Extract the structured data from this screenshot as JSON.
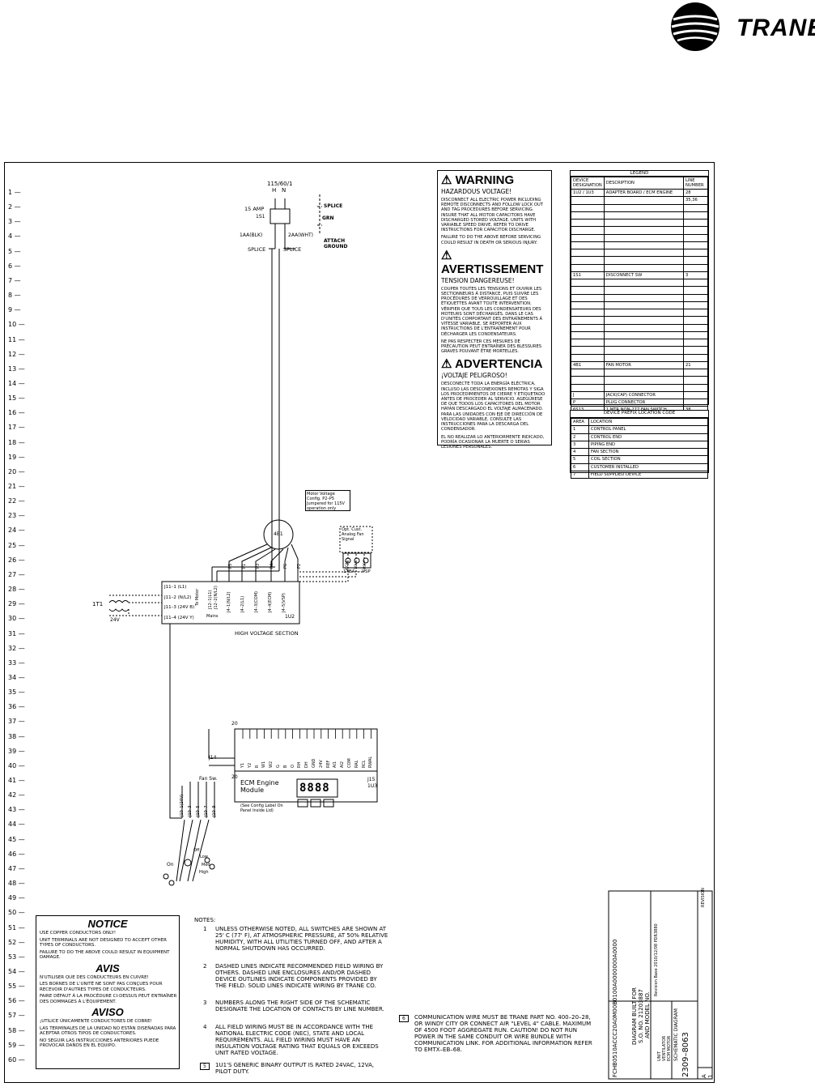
{
  "brand": {
    "name": "TRANE",
    "trademark": "®"
  },
  "line_numbers": [
    "1",
    "2",
    "3",
    "4",
    "5",
    "6",
    "7",
    "8",
    "9",
    "10",
    "11",
    "12",
    "13",
    "14",
    "15",
    "16",
    "17",
    "18",
    "19",
    "20",
    "21",
    "22",
    "23",
    "24",
    "25",
    "26",
    "27",
    "28",
    "29",
    "30",
    "31",
    "32",
    "33",
    "34",
    "35",
    "36",
    "37",
    "38",
    "39",
    "40",
    "41",
    "42",
    "43",
    "44",
    "45",
    "46",
    "47",
    "48",
    "49",
    "50",
    "51",
    "52",
    "53",
    "54",
    "55",
    "56",
    "57",
    "58",
    "59",
    "60"
  ],
  "power": {
    "supply": "115/60/1",
    "h": "H",
    "n": "N",
    "fuse": "15 AMP",
    "disconnect": "1S1",
    "wire_blk": "1AA(BLK)",
    "wire_wht": "2AA(WHT)",
    "splice1": "SPLICE",
    "splice2": "SPLICE",
    "splice_gnd": "SPLICE",
    "grn": "GRN",
    "attach_ground": "ATTACH GROUND"
  },
  "warning": {
    "en": {
      "title": "WARNING",
      "sub": "HAZARDOUS VOLTAGE!",
      "p1": "DISCONNECT ALL ELECTRIC POWER INCLUDING REMOTE DISCONNECTS AND FOLLOW LOCK OUT AND TAG PROCEDURES BEFORE SERVICING. INSURE THAT ALL MOTOR CAPACITORS HAVE DISCHARGED STORED VOLTAGE. UNITS WITH VARIABLE SPEED DRIVE, REFER TO DRIVE INSTRUCTIONS FOR CAPACITOR DISCHARGE.",
      "p2": "FAILURE TO DO THE ABOVE BEFORE SERVICING COULD RESULT IN DEATH OR SERIOUS INJURY."
    },
    "fr": {
      "title": "AVERTISSEMENT",
      "sub": "TENSION DANGEREUSE!",
      "p1": "COUPER TOUTES LES TENSIONS ET OUVRIR LES SECTIONNEURS À DISTANCE, PUIS SUIVRE LES PROCÉDURES DE VERROUILLAGE ET DES ÉTIQUETTES AVANT TOUTE INTERVENTION. VÉRIFIER QUE TOUS LES CONDENSATEURS DES MOTEURS SONT DÉCHARGÉS. DANS LE CAS D'UNITÉS COMPORTANT DES ENTRAÎNEMENTS À VITESSE VARIABLE, SE REPORTER AUX INSTRUCTIONS DE L'ENTRAÎNEMENT POUR DÉCHARGER LES CONDENSATEURS.",
      "p2": "NE PAS RESPECTER CES MESURES DE PRÉCAUTION PEUT ENTRAÎNER DES BLESSURES GRAVES POUVANT ÊTRE MORTELLES."
    },
    "es": {
      "title": "ADVERTENCIA",
      "sub": "¡VOLTAJE PELIGROSO!",
      "p1": "DESCONECTE TODA LA ENERGÍA ELÉCTRICA, INCLUSO LAS DESCONEXIONES REMOTAS Y SIGA LOS PROCEDIMIENTOS DE CIERRE Y ETIQUETADO ANTES DE PROCEDER AL SERVICIO. AGEGÚRESE DE QUE TODOS LOS CAPACITORES DEL MOTOR HAYAN DESCARGADO EL VOLTAJE ALMACENADO. PARA LAS UNIDADES CON EJE DE DIRECCIÓN DE VELOCIDAD VARIABLE, CONSULTE LAS INSTRUCCIONES PARA LA DESCARGA DEL CONDENSADOR.",
      "p2": "EL NO REALIZAR LO ANTERIORMENTE INDICADO, PODRÍA OCASIONAR LA MUERTE O SERIAS LESIONES PERSONALES."
    }
  },
  "legend": {
    "title": "LEGEND",
    "headers": [
      "DEVICE DESIGNATION",
      "DESCRIPTION",
      "LINE NUMBER"
    ],
    "rows": [
      [
        "1U2 / 1U3",
        "ADAPTER BOARD / ECM ENGINE",
        "28"
      ],
      [
        "",
        "",
        "35,36"
      ],
      [
        "",
        "",
        ""
      ],
      [
        "",
        "",
        ""
      ],
      [
        "",
        "",
        ""
      ],
      [
        "",
        "",
        ""
      ],
      [
        "",
        "",
        ""
      ],
      [
        "",
        "",
        ""
      ],
      [
        "",
        "",
        ""
      ],
      [
        "",
        "",
        ""
      ],
      [
        "",
        "",
        ""
      ],
      [
        "1S1",
        "DISCONNECT SW",
        "3"
      ],
      [
        "",
        "",
        ""
      ],
      [
        "",
        "",
        ""
      ],
      [
        "",
        "",
        ""
      ],
      [
        "",
        "",
        ""
      ],
      [
        "",
        "",
        ""
      ],
      [
        "",
        "",
        ""
      ],
      [
        "",
        "",
        ""
      ],
      [
        "",
        "",
        ""
      ],
      [
        "",
        "",
        ""
      ],
      [
        "",
        "",
        ""
      ],
      [
        "",
        "",
        ""
      ],
      [
        "4B1",
        "FAN MOTOR",
        "21"
      ],
      [
        "",
        "",
        ""
      ],
      [
        "",
        "",
        ""
      ],
      [
        "",
        "",
        ""
      ],
      [
        "J",
        "JACK(CAP) CONNECTOR",
        ""
      ],
      [
        "P",
        "PLUG CONNECTOR",
        ""
      ],
      [
        "6S13",
        "1 MTR NON-277 FAN SWITCH",
        "38"
      ]
    ]
  },
  "prefix": {
    "title": "DEVICE PREFIX LOCATION CODE",
    "headers": [
      "AREA",
      "LOCATION"
    ],
    "rows": [
      [
        "1",
        "CONTROL PANEL"
      ],
      [
        "2",
        "CONTROL END"
      ],
      [
        "3",
        "PIPING END"
      ],
      [
        "4",
        "FAN SECTION"
      ],
      [
        "5",
        "COIL SECTION"
      ],
      [
        "6",
        "CUSTOMER INSTALLED"
      ],
      [
        "7",
        "FIELD SUPPLIED DEVICE"
      ]
    ]
  },
  "schematic": {
    "motor_config": "Motor Voltage Config. P2–P5 Jumpered for 115V operation only",
    "motor": "4B1",
    "analog": "Opt. Cust. Analog Fan Signal",
    "vsp": "1TB4 — VSP",
    "tb_pins": [
      "COM",
      "10V",
      "VSP"
    ],
    "transformer": "1T1",
    "v24": "24V",
    "j11": [
      "J11–1 (L1)",
      "J11–2 (N/L2)",
      "J11–3 (24V B)",
      "J11–4 (24V Y)"
    ],
    "j12": [
      "J12–1(L1)",
      "J12–2(N/L2)"
    ],
    "j12_out": [
      "J4–1(N/L2)",
      "J4–2(L1)",
      "J4–3(COM)",
      "J4–4(ECM)",
      "J4–5(VSP)"
    ],
    "motor_pins": [
      "P5",
      "P1",
      "P3",
      "P4",
      "P6",
      "P2"
    ],
    "lbl_mains": "Mains",
    "lbl_to_motor": "To Motor",
    "board": "1U2",
    "high_voltage": "HIGH VOLTAGE SECTION",
    "j14_label": "J14",
    "j15_label": "J15",
    "j14_pins": [
      "Y1",
      "Y2",
      "R",
      "W1",
      "W2",
      "G",
      "B",
      "O",
      "RH",
      "DH",
      "GND",
      "24V",
      "REF",
      "AI1",
      "AI2",
      "COM",
      "RAL",
      "RCL",
      "RWAL"
    ],
    "j15_label2": "1U3",
    "num20a": "20",
    "num20b": "20",
    "ecm_title": "ECM Engine Module",
    "ecm_sub": "(See Config Label On Panel Inside Lid)",
    "display": "8888",
    "fan_sw": "Fan Sw.",
    "fan_pins": [
      "J10–1(24V)",
      "J10–3",
      "J10–5",
      "J10–7",
      "J10–9"
    ],
    "sw_on": "On",
    "sw_off": "Off",
    "sw_low": "Low",
    "sw_med": "Med",
    "sw_high": "High"
  },
  "notice": {
    "en": {
      "title": "NOTICE",
      "p1": "USE COPPER CONDUCTORS ONLY!",
      "p2": "UNIT TERMINALS ARE NOT DESIGNED TO ACCEPT OTHER TYPES OF CONDUCTORS.",
      "p3": "FAILURE TO DO THE ABOVE COULD RESULT IN EQUIPMENT DAMAGE."
    },
    "fr": {
      "title": "AVIS",
      "p1": "N'UTILISER QUE DES CONDUCTEURS EN CUIVRE!",
      "p2": "LES BORNES DE L'UNITÉ NE SONT PAS CONÇUES POUR RECEVOIR D'AUTRES TYPES DE CONDUCTEURS.",
      "p3": "FAIRE DÉFAUT À LA PROCÉDURE CI-DESSUS PEUT ENTRAÎNER DES DOMMAGES À L'ÉQUIPEMENT."
    },
    "es": {
      "title": "AVISO",
      "p1": "¡UTILICE ÚNICAMENTE CONDUCTORES DE COBRE!",
      "p2": "LAS TERMINALES DE LA UNIDAD NO ESTÁN DISEÑADAS PARA ACEPTAR OTROS TIPOS DE CONDUCTORES.",
      "p3": "NO SEGUIR LAS INSTRUCCIONES ANTERIORES PUEDE PROVOCAR DAÑOS EN EL EQUIPO."
    }
  },
  "notes": {
    "heading": "NOTES:",
    "n1": "UNLESS OTHERWISE NOTED, ALL SWITCHES ARE SHOWN AT 25' C (77' F), AT ATMOSPHERIC PRESSURE, AT 50% RELATIVE HUMIDITY, WITH ALL UTILITIES TURNED OFF, AND AFTER A NORMAL SHUTDOWN HAS OCCURRED.",
    "n2": "DASHED LINES INDICATE RECOMMENDED FIELD WIRING BY OTHERS. DASHED LINE ENCLOSURES AND/OR DASHED DEVICE OUTLINES INDICATE COMPONENTS PROVIDED BY THE FIELD. SOLID LINES INDICATE WIRING BY TRANE CO.",
    "n3": "NUMBERS ALONG THE RIGHT SIDE OF THE SCHEMATIC DESIGNATE THE LOCATION OF CONTACTS BY LINE NUMBER.",
    "n4": "ALL FIELD WIRING MUST BE IN ACCORDANCE WITH THE NATIONAL ELECTRIC CODE (NEC), STATE AND LOCAL REQUIREMENTS. ALL FIELD WIRING MUST HAVE AN INSULATION VOLTAGE RATING THAT EQUALS OR EXCEEDS UNIT RATED VOLTAGE.",
    "n5": "1U1'S GENERIC BINARY OUTPUT IS RATED 24VAC, 12VA, PILOT DUTY.",
    "n6": "COMMUNICATION WIRE MUST BE TRANE PART NO. 400–20–28, OR WINDY CITY OR CONNECT AIR \"LEVEL 4\" CABLE. MAXIMUM OF 4500 FOOT AGGREGATE RUN. CAUTION! DO NOT RUN POWER IN THE SAME CONDUIT OR WIRE BUNDLE WITH COMMUNICATION LINK. FOR ADDITIONAL INFORMATION REFER TO EMTX–EB–68.",
    "nums": [
      "1",
      "2",
      "3",
      "4",
      "5",
      "6"
    ]
  },
  "title_block": {
    "built_for": "DIAGRAM BUILT FOR",
    "so": "S.O. NO. 21203887",
    "model": "AND MODEL NO.",
    "model_no": "FCHB0510ACCC20A0M00B0100A0000000A0000",
    "revision_head": "REVISION",
    "rev_block": "Revision Base 2010/12/08 PDR3880",
    "drawing_no": "2309–8063",
    "diagram_type": "SCHEMATIC DIAGRAM",
    "product": "UNIT VENTILATOR ECM MOTOR",
    "sheet": "A",
    "sheet_label": "1"
  }
}
